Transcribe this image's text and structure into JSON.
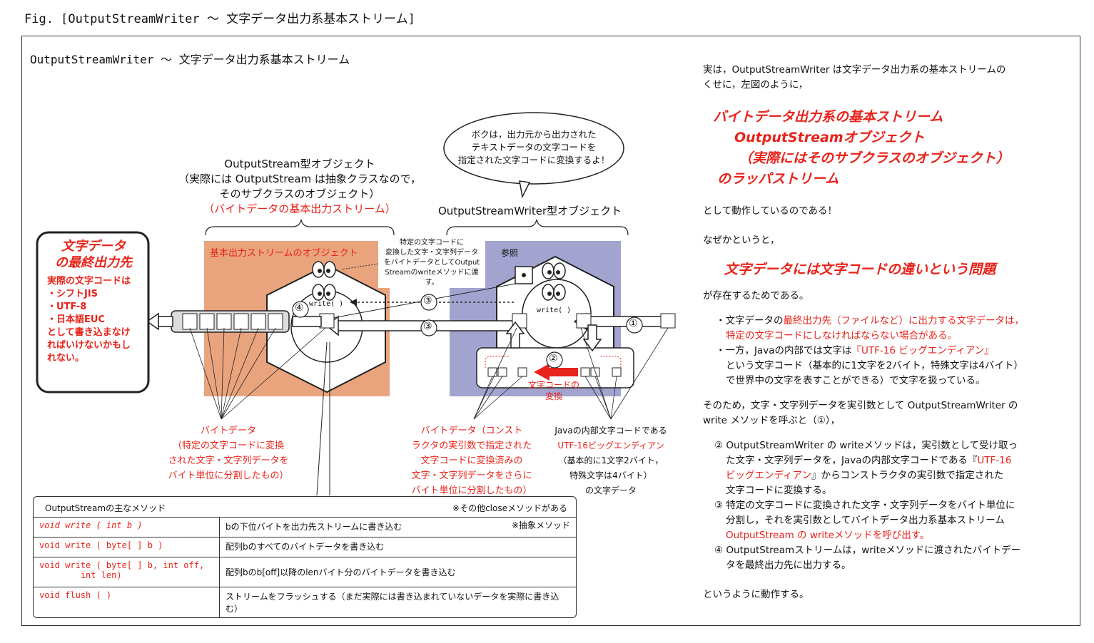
{
  "header": "Fig. [OutputStreamWriter ～ 文字データ出力系基本ストリーム]",
  "frame_title": "OutputStreamWriter ～ 文字データ出力系基本ストリーム",
  "diagram": {
    "os_title": "OutputStream型オブジェクト",
    "os_sub1": "（実際には OutputStream は抽象クラスなので，",
    "os_sub2": "そのサブクラスのオブジェクト）",
    "os_red": "（バイトデータの基本出力ストリーム）",
    "osw_title": "OutputStreamWriter型オブジェクト",
    "bubble": [
      "ボクは，出力元から出力された",
      "テキストデータの文字コードを",
      "指定された文字コードに変換するよ！"
    ],
    "dest_title": [
      "文字データ",
      "の最終出力先"
    ],
    "dest_body": [
      "実際の文字コードは",
      "・シフトJIS",
      "・UTF-8",
      "・日本語EUC",
      "として書き込まなけ",
      "ればいけないかもし",
      "れない。"
    ],
    "orange_label": "基本出力ストリームのオブジェクト",
    "note_box": [
      "特定の文字コードに",
      "変換した文字・文字列データ",
      "をバイトデータとしてOutput",
      "Streamのwriteメソッドに渡す。"
    ],
    "ref_label": "参照",
    "write_label": "write( )",
    "circ": [
      "①",
      "②",
      "③",
      "④"
    ],
    "conv_label": [
      "文字コードの",
      "変換"
    ],
    "bytes_left": [
      "バイトデータ",
      "（特定の文字コードに変換",
      "された文字・文字列データを",
      "バイト単位に分割したもの）"
    ],
    "bytes_mid": [
      "バイトデータ（コンスト",
      "ラクタの実引数で指定された",
      "文字コードに変換済みの",
      "文字・文字列データをさらに",
      "バイト単位に分割したもの）"
    ],
    "internal": [
      "Javaの内部文字コードである",
      "UTF-16ビッグエンディアン",
      "（基本的に1文字2バイト，",
      "特殊文字は4バイト）",
      "の文字データ"
    ]
  },
  "methods": {
    "title": "OutputStreamの主なメソッド",
    "note": "※その他closeメソッドがある",
    "rows": [
      {
        "sig": "void write ( int b )",
        "desc": "bの下位バイトを出力先ストリームに書き込む",
        "tag": "※抽象メソッド"
      },
      {
        "sig": "void write ( byte[ ] b )",
        "desc": "配列bのすべてのバイトデータを書き込む",
        "tag": ""
      },
      {
        "sig": "void write ( byte[ ] b, int off,\n        int len)",
        "desc": "配列bのb[off]以降のlenバイト分のバイトデータを書き込む",
        "tag": ""
      },
      {
        "sig": "void flush ( )",
        "desc": "ストリームをフラッシュする（まだ実際には書き込まれていないデータを実際に書き込む）",
        "tag": ""
      }
    ]
  },
  "right": {
    "p1": "実は，OutputStreamWriter は文字データ出力系の基本ストリームの",
    "p1b": "くせに，左図のように，",
    "big1": "バイトデータ出力系の基本ストリーム",
    "big2": "OutputStreamオブジェクト",
    "big3": "（実際にはそのサブクラスのオブジェクト）",
    "big4": "のラッパストリーム",
    "p2": "として動作しているのである！",
    "p3": "なぜかというと，",
    "big5": "文字データには文字コードの違いという問題",
    "p4": "が存在するためである。",
    "b1a": "・文字データの",
    "b1r": "最終出力先（ファイルなど）に出力する文字データは，",
    "b1b": "特定の文字コードにしなければならない場合がある。",
    "b2a": "・一方，Javaの内部では文字は",
    "b2r": "『UTF-16 ビッグエンディアン』",
    "b2b": "という文字コード（基本的に1文字を2バイト，特殊文字は4バイト）",
    "b2c": "で世界中の文字を表すことができる）で文字を扱っている。",
    "p5a": "そのため，文字・文字列データを実引数として OutputStreamWriter の",
    "p5b": "write メソッドを呼ぶと（①），",
    "s2a": "② OutputStreamWriter の writeメソッドは，実引数として受け取っ",
    "s2b": "た文字・文字列データを，Javaの内部文字コードである『",
    "s2r1": "UTF-16",
    "s2r2": "ビッグエンディアン",
    "s2c": "』からコンストラクタの実引数で指定された",
    "s2d": "文字コードに変換する。",
    "s3a": "③ 特定の文字コードに変換された文字・文字列データをバイト単位に",
    "s3b": "分割し，それを実引数としてバイトデータ出力系基本ストリーム",
    "s3r": "OutputStream の writeメソッドを呼び出す。",
    "s4a": "④ OutputStreamストリームは，writeメソッドに渡されたバイトデー",
    "s4b": "タを最終出力先に出力する。",
    "p6": "というように動作する。"
  },
  "colors": {
    "red": "#e8231a",
    "orange": "#e9a47e",
    "purple": "#a3a3cf"
  }
}
